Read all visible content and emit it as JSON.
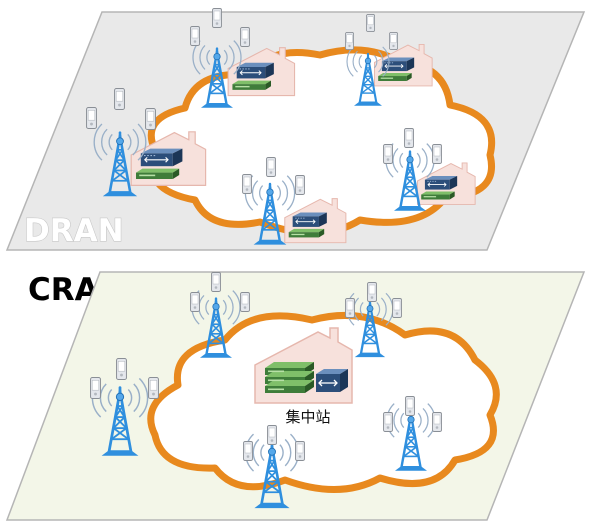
{
  "dran": {
    "label": "DRAN"
  },
  "cran": {
    "label": "CRAN",
    "center_label": "集中站"
  },
  "colors": {
    "dran_plane": "#e9e9e9",
    "cran_plane": "#f3f6e8",
    "plane_border": "#b5b5b5",
    "ring": "#e8891e",
    "tower": "#2f8fde",
    "house": "#f7e1dc",
    "house_border": "#e6b7ad",
    "switch": "#2c4e7a",
    "rack": "#3f7d3a",
    "phone": "#d9dde3"
  },
  "icons": [
    "cell-tower-icon",
    "mobile-phone-icon",
    "house-icon",
    "network-switch-icon",
    "server-rack-icon",
    "cloud-ring"
  ]
}
